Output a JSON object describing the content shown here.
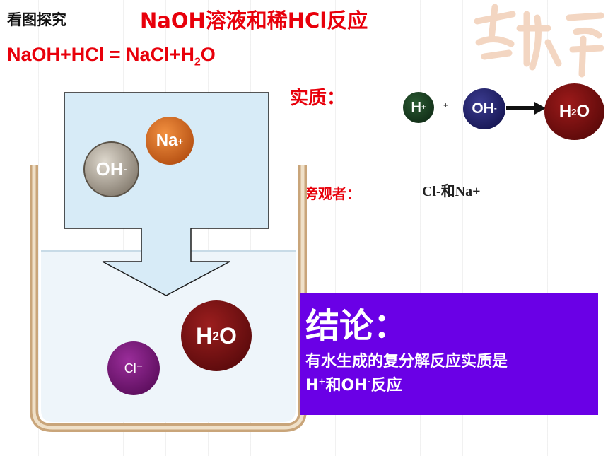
{
  "header": {
    "section_tag": "看图探究",
    "title": "NaOH溶液和稀HCl反应",
    "equation_main": "NaOH+HCl = NaCl+H",
    "equation_sub": "2",
    "equation_tail": "O"
  },
  "essence": {
    "label": "实质：",
    "ion_h": "H",
    "ion_h_charge": "+",
    "plus": "+",
    "ion_oh": "OH",
    "ion_oh_charge": "-",
    "product_h": "H",
    "product_sub": "2",
    "product_o": "O"
  },
  "spectator": {
    "label": "旁观者：",
    "ions": "Cl-和Na+"
  },
  "beaker": {
    "ion_na": "Na",
    "ion_na_charge": "+",
    "ion_oh": "OH",
    "ion_oh_charge": "-",
    "ion_cl": "Cl⁻",
    "water_h": "H",
    "water_sub": "2",
    "water_o": "O"
  },
  "conclusion": {
    "title": "结论：",
    "line1": "有水生成的复分解反应实质是",
    "line2_h": "H",
    "line2_h_charge": "+",
    "line2_mid": "和OH",
    "line2_oh_charge": "-",
    "line2_tail": "反应"
  },
  "colors": {
    "title_red": "#e8000b",
    "panel_purple": "#6a00e6",
    "arrow_fill": "#d7ebf7",
    "water_fill": "#eef5fa",
    "beaker_wall": "#dfc7a3"
  }
}
